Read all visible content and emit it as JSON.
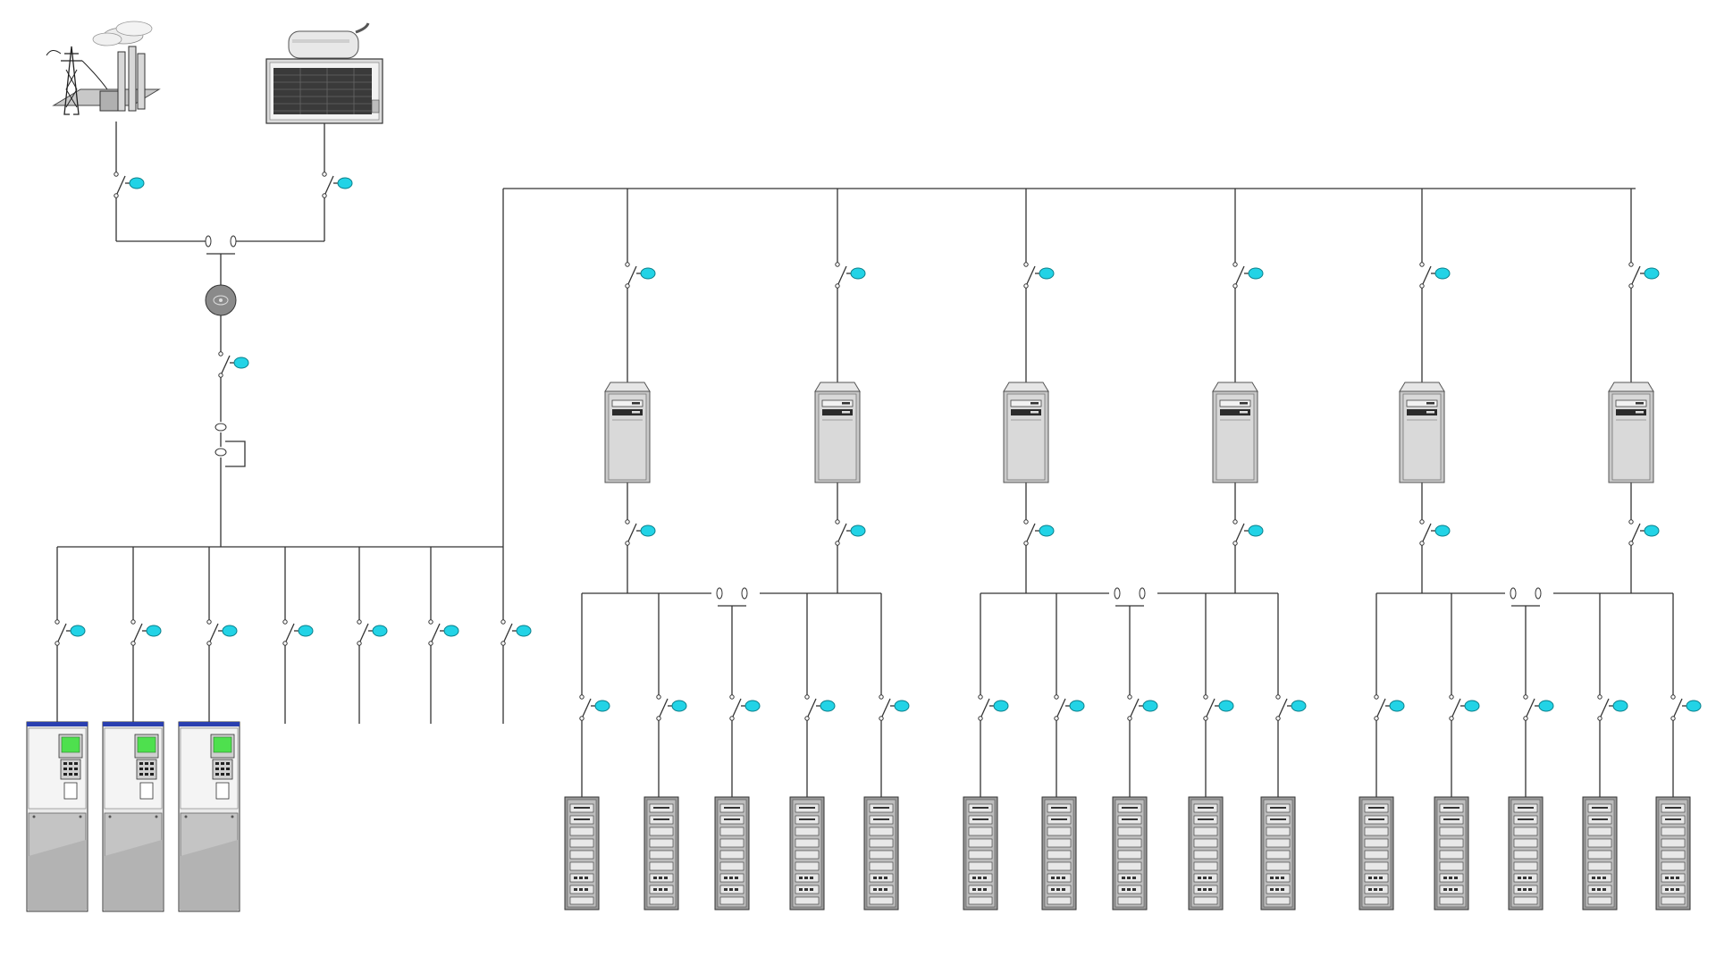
{
  "diagram": {
    "type": "power distribution single-line diagram",
    "texts": [],
    "sources": [
      {
        "name": "utility-grid-power-plant",
        "icon": "power-plant-icon"
      },
      {
        "name": "diesel-generator",
        "icon": "generator-icon"
      }
    ],
    "ups_cabinets": 3,
    "spare_feeders": 4,
    "pdu_towers": 6,
    "rack_groups": 3,
    "racks_per_group": 5,
    "colors": {
      "breaker_indicator": "#22d3e6",
      "wire": "#333333",
      "cabinet_gray": "#c8c8c8",
      "ups_screen": "#4ee04e",
      "ups_header": "#2a3fb0"
    }
  }
}
